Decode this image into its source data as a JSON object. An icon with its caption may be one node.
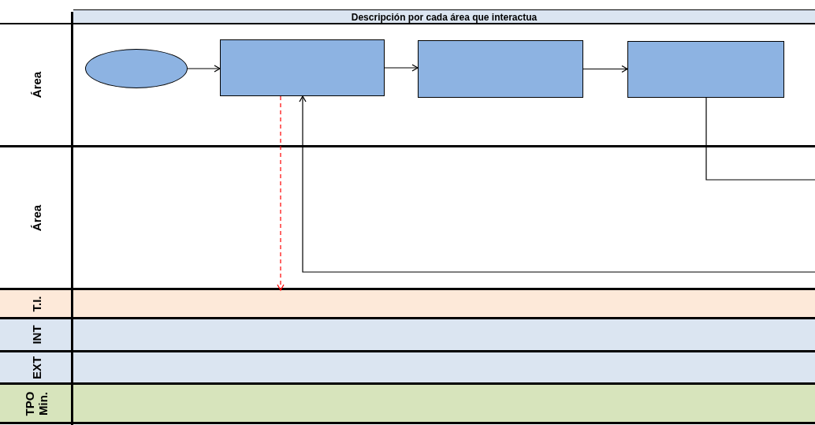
{
  "diagram": {
    "title": "Descripción por cada área que interactua",
    "nodes": [
      {
        "text": [
          "Área"
        ]
      },
      {
        "text": [
          "Área"
        ]
      },
      {
        "text": [
          "T.I."
        ]
      },
      {
        "text": [
          "INT"
        ]
      },
      {
        "text": [
          "EXT"
        ]
      },
      {
        "text": [
          "TPO Min."
        ]
      },
      {
        "text": [],
        "shape": "ellipse"
      },
      {
        "text": [],
        "shape": "box"
      },
      {
        "text": [],
        "shape": "box"
      },
      {
        "text": [],
        "shape": "box"
      },
      {
        "text": [],
        "shape": "bar"
      }
    ],
    "edges": [
      {
        "from": 6,
        "to": 7,
        "arrow": "to"
      },
      {
        "from": 7,
        "to": 8,
        "arrow": "to"
      },
      {
        "from": 8,
        "to": 9,
        "arrow": "to"
      },
      {
        "from": 7,
        "to": 10,
        "arrow": "to",
        "style": "dashed",
        "color": "#ff0000"
      },
      {
        "from": 9,
        "to": null,
        "arrow": "none"
      },
      {
        "from": null,
        "to": 7,
        "arrow": "to"
      }
    ]
  }
}
